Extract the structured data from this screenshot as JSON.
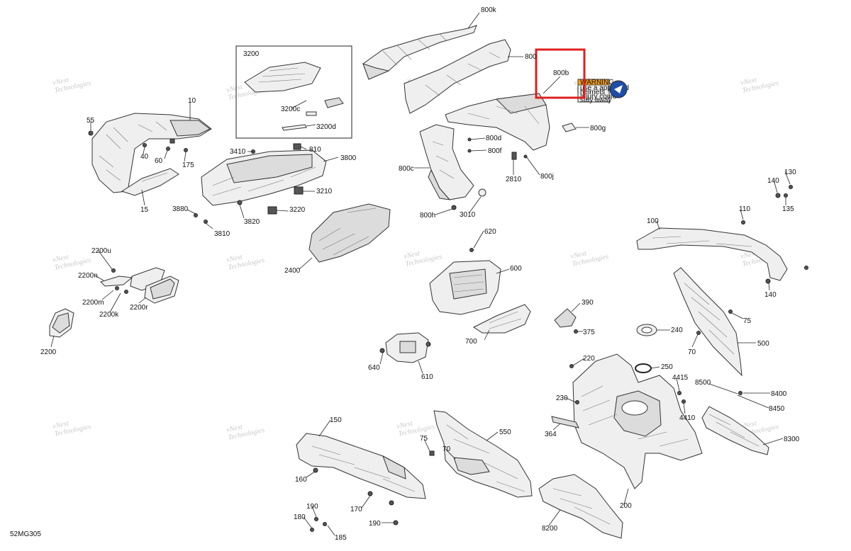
{
  "diagram_id": "52MG305",
  "watermark": [
    "vNext",
    "Technologies"
  ],
  "highlight_part": "800b",
  "inset_group": [
    "3200",
    "3200c",
    "3200d"
  ],
  "labels": [
    {
      "id": "800k",
      "text": "800k"
    },
    {
      "id": "800",
      "text": "800"
    },
    {
      "id": "800b",
      "text": "800b"
    },
    {
      "id": "800g",
      "text": "800g"
    },
    {
      "id": "800d",
      "text": "800d"
    },
    {
      "id": "800f",
      "text": "800f"
    },
    {
      "id": "800c",
      "text": "800c"
    },
    {
      "id": "2810",
      "text": "2810"
    },
    {
      "id": "800j",
      "text": "800j"
    },
    {
      "id": "800h",
      "text": "800h"
    },
    {
      "id": "3010",
      "text": "3010"
    },
    {
      "id": "3200",
      "text": "3200"
    },
    {
      "id": "3200c",
      "text": "3200c"
    },
    {
      "id": "3200d",
      "text": "3200d"
    },
    {
      "id": "10",
      "text": "10"
    },
    {
      "id": "55",
      "text": "55"
    },
    {
      "id": "40",
      "text": "40"
    },
    {
      "id": "60",
      "text": "60"
    },
    {
      "id": "175",
      "text": "175"
    },
    {
      "id": "15",
      "text": "15"
    },
    {
      "id": "3410",
      "text": "3410"
    },
    {
      "id": "810",
      "text": "810"
    },
    {
      "id": "3800",
      "text": "3800"
    },
    {
      "id": "3210",
      "text": "3210"
    },
    {
      "id": "3880",
      "text": "3880"
    },
    {
      "id": "3220",
      "text": "3220"
    },
    {
      "id": "3820",
      "text": "3820"
    },
    {
      "id": "3810",
      "text": "3810"
    },
    {
      "id": "2400",
      "text": "2400"
    },
    {
      "id": "2200u",
      "text": "2200u"
    },
    {
      "id": "2200n",
      "text": "2200n"
    },
    {
      "id": "2200m",
      "text": "2200m"
    },
    {
      "id": "2200k",
      "text": "2200k"
    },
    {
      "id": "2200r",
      "text": "2200r"
    },
    {
      "id": "2200",
      "text": "2200"
    },
    {
      "id": "620",
      "text": "620"
    },
    {
      "id": "600",
      "text": "600"
    },
    {
      "id": "700",
      "text": "700"
    },
    {
      "id": "640",
      "text": "640"
    },
    {
      "id": "610",
      "text": "610"
    },
    {
      "id": "130",
      "text": "130"
    },
    {
      "id": "140a",
      "text": "140"
    },
    {
      "id": "135",
      "text": "135"
    },
    {
      "id": "110",
      "text": "110"
    },
    {
      "id": "100",
      "text": "100"
    },
    {
      "id": "140b",
      "text": "140"
    },
    {
      "id": "390",
      "text": "390"
    },
    {
      "id": "375",
      "text": "375"
    },
    {
      "id": "240",
      "text": "240"
    },
    {
      "id": "75a",
      "text": "75"
    },
    {
      "id": "500",
      "text": "500"
    },
    {
      "id": "70a",
      "text": "70"
    },
    {
      "id": "220",
      "text": "220"
    },
    {
      "id": "250",
      "text": "250"
    },
    {
      "id": "4415",
      "text": "4415"
    },
    {
      "id": "8500",
      "text": "8500"
    },
    {
      "id": "8400",
      "text": "8400"
    },
    {
      "id": "230",
      "text": "230"
    },
    {
      "id": "8450",
      "text": "8450"
    },
    {
      "id": "4410",
      "text": "4410"
    },
    {
      "id": "364",
      "text": "364"
    },
    {
      "id": "8300",
      "text": "8300"
    },
    {
      "id": "150",
      "text": "150"
    },
    {
      "id": "550",
      "text": "550"
    },
    {
      "id": "75b",
      "text": "75"
    },
    {
      "id": "70b",
      "text": "70"
    },
    {
      "id": "160",
      "text": "160"
    },
    {
      "id": "170",
      "text": "170"
    },
    {
      "id": "190a",
      "text": "190"
    },
    {
      "id": "180",
      "text": "180"
    },
    {
      "id": "185",
      "text": "185"
    },
    {
      "id": "190b",
      "text": "190"
    },
    {
      "id": "200",
      "text": "200"
    },
    {
      "id": "8200",
      "text": "8200"
    }
  ],
  "decal_text": [
    "WARNING",
    "use a approved",
    "helmets",
    "Injury could",
    "stay away"
  ]
}
